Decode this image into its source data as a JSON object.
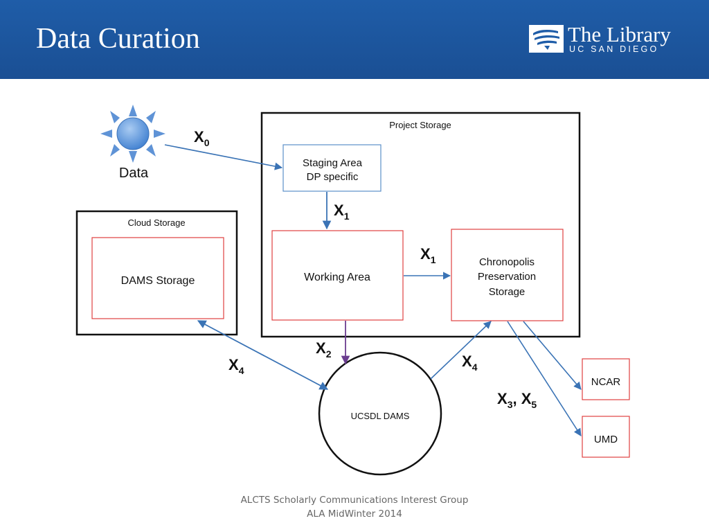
{
  "slide": {
    "title": "Data Curation"
  },
  "logo": {
    "name": "The Library",
    "subtitle": "UC SAN DIEGO"
  },
  "diagram": {
    "data_label": "Data",
    "project_storage": "Project Storage",
    "cloud_storage": "Cloud Storage",
    "dams_storage": "DAMS Storage",
    "staging_area": {
      "line1": "Staging Area",
      "line2": "DP specific"
    },
    "working_area": "Working Area",
    "chronopolis": {
      "line1": "Chronopolis",
      "line2": "Preservation",
      "line3": "Storage"
    },
    "ucsdl_dams": "UCSDL DAMS",
    "ncar": "NCAR",
    "umd": "UMD",
    "flows": {
      "x0": {
        "base": "X",
        "sub": "0"
      },
      "x1_down": {
        "base": "X",
        "sub": "1"
      },
      "x1_right": {
        "base": "X",
        "sub": "1"
      },
      "x2": {
        "base": "X",
        "sub": "2"
      },
      "x4_left": {
        "base": "X",
        "sub": "4"
      },
      "x4_right": {
        "base": "X",
        "sub": "4"
      },
      "x3": {
        "base": "X",
        "sub": "3"
      },
      "x3_x5_sep": ", ",
      "x5": {
        "base": "X",
        "sub": "5"
      }
    },
    "colors": {
      "arrow_blue": "#3a73b5",
      "arrow_purple": "#6b3d8f",
      "box_red": "#e04040",
      "box_blue": "#5b8fc9",
      "header_blue": "#1f5da8"
    }
  },
  "footer": {
    "line1": "ALCTS Scholarly Communications Interest Group",
    "line2": "ALA MidWinter 2014"
  }
}
